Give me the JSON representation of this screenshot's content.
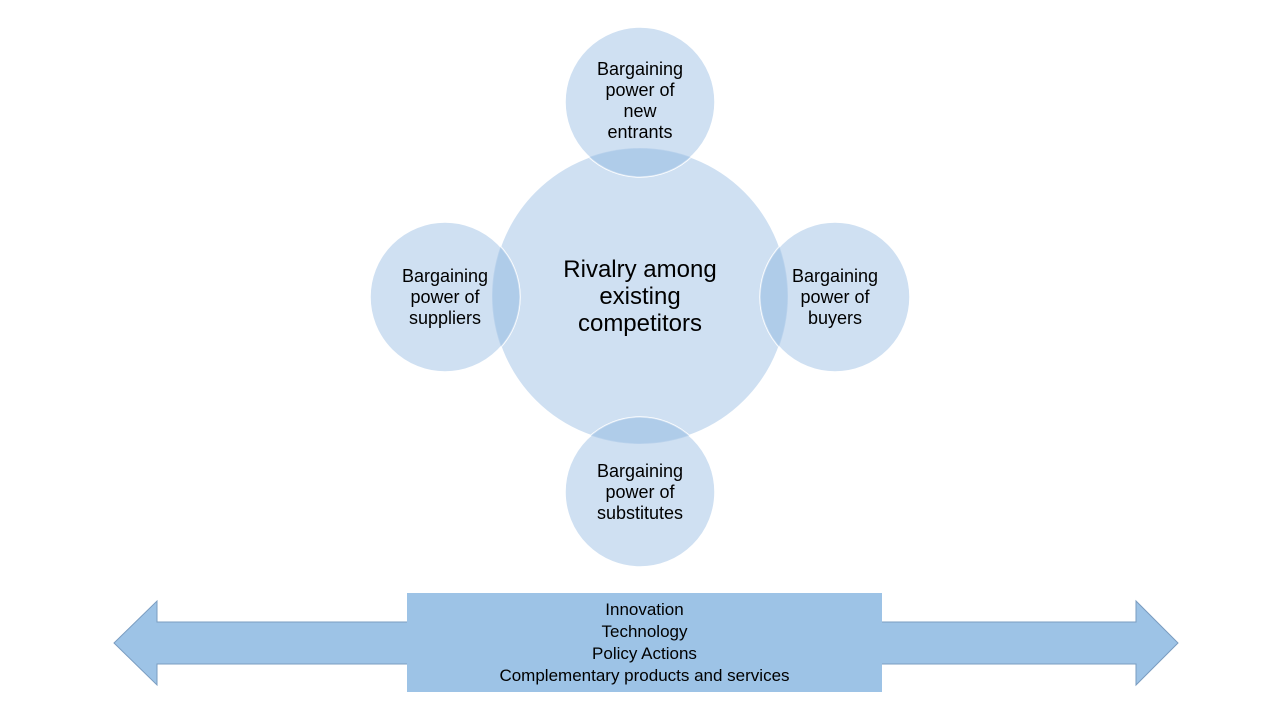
{
  "center": {
    "lines": [
      "Rivalry among",
      "existing",
      "competitors"
    ]
  },
  "forces": {
    "top": {
      "lines": [
        "Bargaining",
        "power of",
        "new",
        "entrants"
      ]
    },
    "left": {
      "lines": [
        "Bargaining",
        "power of",
        "suppliers"
      ]
    },
    "right": {
      "lines": [
        "Bargaining",
        "power of",
        "buyers"
      ]
    },
    "bottom": {
      "lines": [
        "Bargaining",
        "power of",
        "substitutes"
      ]
    }
  },
  "factors": {
    "items": [
      "Innovation",
      "Technology",
      "Policy Actions",
      "Complementary products and services"
    ]
  },
  "colors": {
    "circle_fill": "#a7c7e7",
    "overlap_fill": "#a7c7e7",
    "arrow_fill": "#9dc3e6",
    "arrow_stroke": "#7a9cc0",
    "box_fill": "#9dc3e6"
  }
}
